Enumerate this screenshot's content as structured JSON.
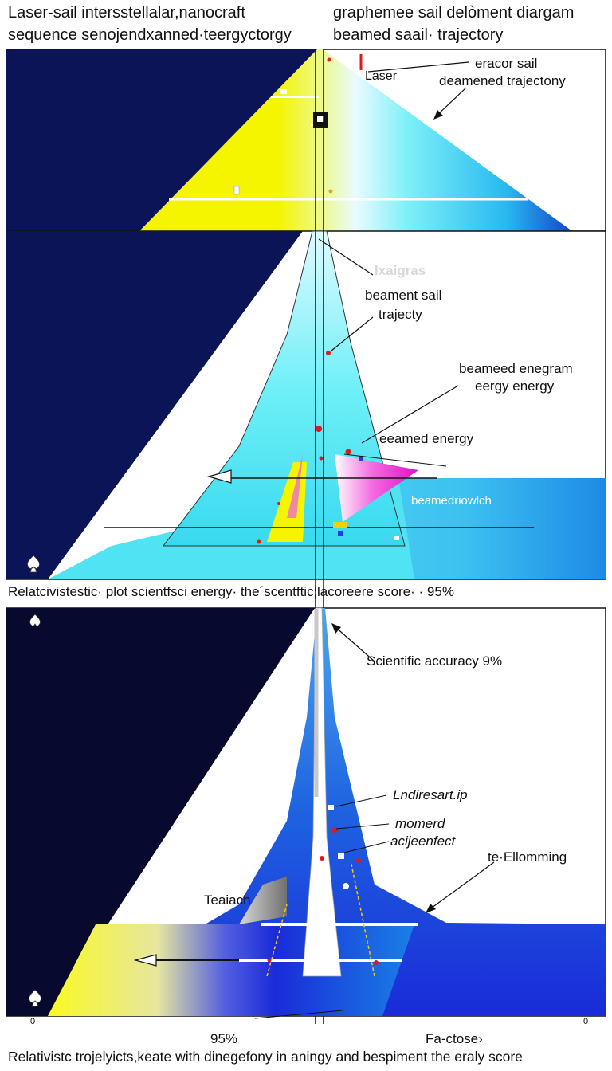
{
  "header": {
    "title_left_line1": "Laser-sail intersstellalar,nanocraft",
    "title_left_line2": "sequence senojendxanned·teergyctorgy",
    "title_right_line1": "graphemee sail delòment diargam",
    "title_right_line2": "beamed saail· trajectory"
  },
  "panel_top": {
    "marker_I": "I",
    "label_laser": "Laser",
    "label_eracor_line1": "eracor sail",
    "label_eracor_line2": "deamened trajectony"
  },
  "panel_middle": {
    "label_blurred": "lxaigras",
    "label_beament_line1": "beament sail",
    "label_beament_line2": "trajecty",
    "label_beamed_line1": "beameed enegram",
    "label_beamed_line2": "eergy energy",
    "label_eeamed": "eeamed energy",
    "label_bandwidth": "beamedriowlch"
  },
  "caption_middle": "Relatcivistestic· plot scientfsci energy· the´scentftic¦lacoreere score· · 95%",
  "panel_bottom": {
    "label_accuracy": "Scientific accuracy 9%",
    "label_lndiresart": "Lndiresart.ip",
    "label_momerd": "momerd",
    "label_acijeenfect": "acijeenfect",
    "label_tedilomming": "te·Ellomming",
    "label_teaiach": "Teaiach"
  },
  "axis_bottom": {
    "left_tick": "0",
    "right_tick": "0",
    "pct": "95%",
    "right_label": "Fa-ctose›"
  },
  "caption_bottom": "Relativistc trojelyicts,keate with dinegefony in aningy and bespiment the eraly score",
  "colors": {
    "navy": "#0b1457",
    "dark_navy": "#070a2e",
    "yellow": "#f5f500",
    "cyan": "#5ef0f5",
    "blue": "#1e80e6",
    "deep_blue": "#1a2be0",
    "magenta": "#f01fd0"
  }
}
